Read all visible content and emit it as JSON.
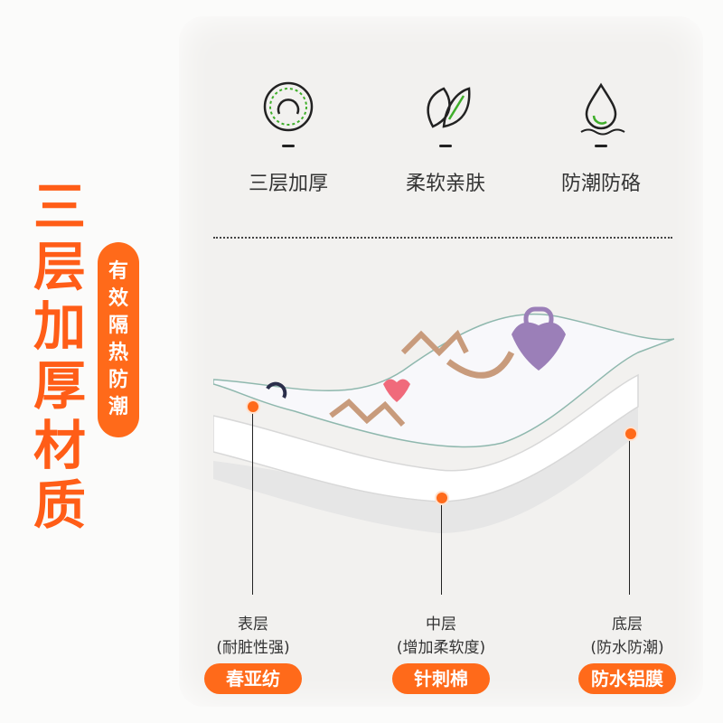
{
  "headline": [
    "三",
    "层",
    "加",
    "厚",
    "材",
    "质"
  ],
  "side_tag": [
    "有",
    "效",
    "隔",
    "热",
    "防",
    "潮"
  ],
  "features": [
    {
      "label": "三层加厚",
      "icon": "layers-ring-icon"
    },
    {
      "label": "柔软亲肤",
      "icon": "leaf-icon"
    },
    {
      "label": "防潮防硌",
      "icon": "water-drop-icon"
    }
  ],
  "layers": [
    {
      "name": "表层",
      "desc": "(耐脏性强)",
      "material": "春亚纺"
    },
    {
      "name": "中层",
      "desc": "(增加柔软度)",
      "material": "针刺棉"
    },
    {
      "name": "底层",
      "desc": "(防水防潮)",
      "material": "防水铝膜"
    }
  ],
  "colors": {
    "accent": "#ff6a1a",
    "headline": "#ff5d17",
    "icon_green": "#3fae2a"
  }
}
